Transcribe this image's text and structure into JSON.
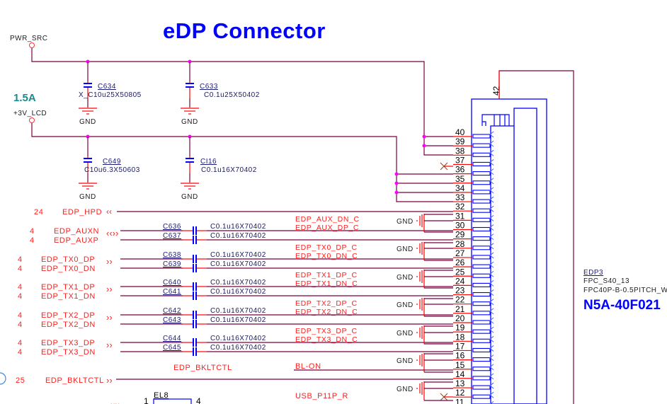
{
  "title": "eDP  Connector",
  "current_note": "1.5A",
  "power_rails": [
    {
      "name": "PWR_SRC"
    },
    {
      "name": "+3V_LCD"
    }
  ],
  "capacitors_power": [
    {
      "ref": "C634",
      "value": "X_C10u25X50805",
      "rail": "PWR_SRC",
      "gnd": "GND"
    },
    {
      "ref": "C633",
      "value": "C0.1u25X50402",
      "rail": "PWR_SRC",
      "gnd": "GND"
    },
    {
      "ref": "C649",
      "value": "C10u6.3X50603",
      "rail": "+3V_LCD",
      "gnd": "GND"
    },
    {
      "ref": "CI16",
      "value": "C0.1u16X70402",
      "rail": "+3V_LCD",
      "gnd": "GND"
    }
  ],
  "signals": [
    {
      "page": "24",
      "name": "EDP_HPD"
    },
    {
      "page": "4",
      "name": "EDP_AUXN"
    },
    {
      "page": "4",
      "name": "EDP_AUXP"
    },
    {
      "page": "4",
      "name": "EDP_TX0_DP"
    },
    {
      "page": "4",
      "name": "EDP_TX0_DN"
    },
    {
      "page": "4",
      "name": "EDP_TX1_DP"
    },
    {
      "page": "4",
      "name": "EDP_TX1_DN"
    },
    {
      "page": "4",
      "name": "EDP_TX2_DP"
    },
    {
      "page": "4",
      "name": "EDP_TX2_DN"
    },
    {
      "page": "4",
      "name": "EDP_TX3_DP"
    },
    {
      "page": "4",
      "name": "EDP_TX3_DN"
    },
    {
      "page": "25",
      "name": "EDP_BKLTCTL"
    }
  ],
  "ac_caps": [
    {
      "ref": "C636",
      "value": "C0.1u16X70402"
    },
    {
      "ref": "C637",
      "value": "C0.1u16X70402"
    },
    {
      "ref": "C638",
      "value": "C0.1u16X70402"
    },
    {
      "ref": "C639",
      "value": "C0.1u16X70402"
    },
    {
      "ref": "C640",
      "value": "C0.1u16X70402"
    },
    {
      "ref": "C641",
      "value": "C0.1u16X70402"
    },
    {
      "ref": "C642",
      "value": "C0.1u16X70402"
    },
    {
      "ref": "C643",
      "value": "C0.1u16X70402"
    },
    {
      "ref": "C644",
      "value": "C0.1u16X70402"
    },
    {
      "ref": "C645",
      "value": "C0.1u16X70402"
    }
  ],
  "net_labels": [
    "EDP_AUX_DN_C",
    "EDP_AUX_DP_C",
    "EDP_TX0_DP_C",
    "EDP_TX0_DN_C",
    "EDP_TX1_DP_C",
    "EDP_TX1_DN_C",
    "EDP_TX2_DP_C",
    "EDP_TX2_DN_C",
    "EDP_TX3_DP_C",
    "EDP_TX3_DN_C"
  ],
  "bkltctl_label": "EDP_BKLTCTL",
  "bl_on_label": "BL-ON",
  "usb_label": "USB_P11P_R",
  "gnd_label": "GND",
  "connector": {
    "ref": "EDP3",
    "footprint": "FPC_S40_13",
    "desc": "FPC40P-B-0.5PITCH_W",
    "part": "N5A-40F021",
    "top_pin": "42",
    "pins": [
      "40",
      "39",
      "38",
      "37",
      "36",
      "35",
      "34",
      "33",
      "32",
      "31",
      "30",
      "29",
      "28",
      "27",
      "26",
      "25",
      "24",
      "23",
      "22",
      "21",
      "20",
      "19",
      "18",
      "17",
      "16",
      "15",
      "14",
      "13",
      "12",
      "11"
    ]
  },
  "ferrite": {
    "ref": "EL8",
    "pin1": "1",
    "pin4": "4"
  },
  "colors": {
    "title": "#0000ff",
    "wire": "#7a0040",
    "pinwire": "#ff0000",
    "junction": "#ff00ff",
    "component": "#0000ff",
    "note": "#1a8a8a",
    "signal": "#ff2020"
  }
}
